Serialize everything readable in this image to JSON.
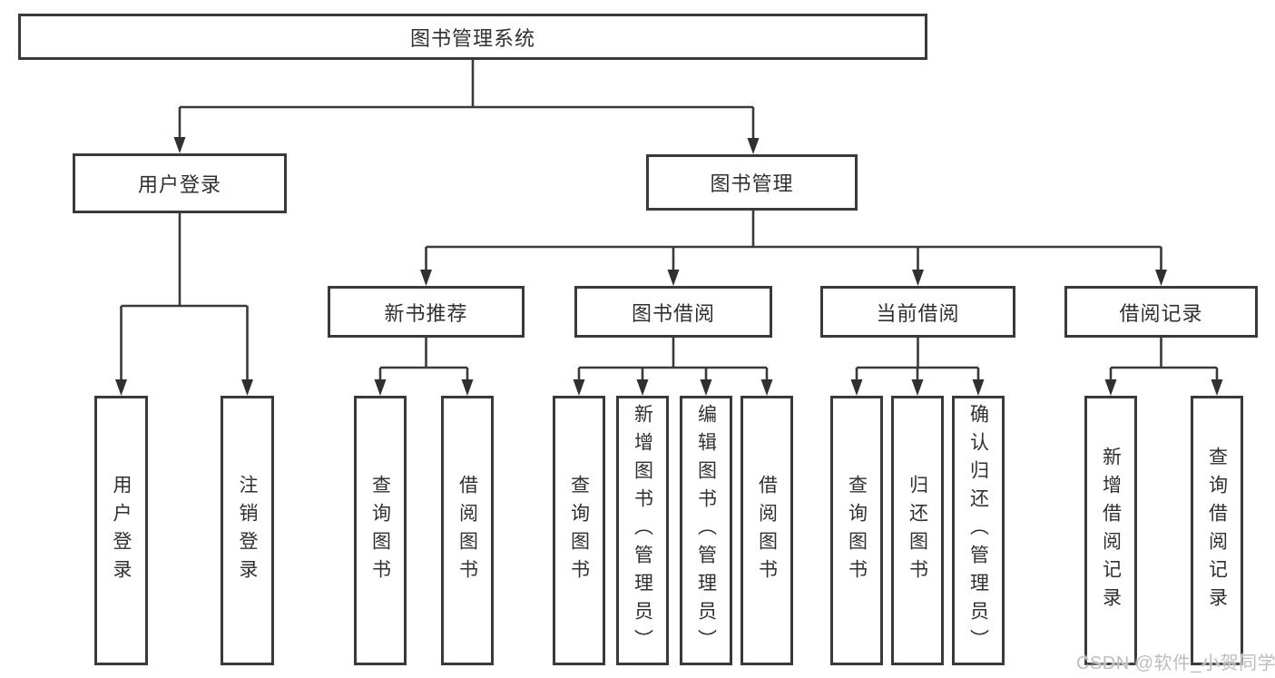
{
  "tree": {
    "root": {
      "label": "图书管理系统"
    },
    "branches": [
      {
        "label": "用户登录",
        "children": [
          {
            "label": "用户登录"
          },
          {
            "label": "注销登录"
          }
        ]
      },
      {
        "label": "图书管理",
        "children": [
          {
            "label": "新书推荐",
            "children": [
              {
                "label": "查询图书"
              },
              {
                "label": "借阅图书"
              }
            ]
          },
          {
            "label": "图书借阅",
            "children": [
              {
                "label": "查询图书"
              },
              {
                "label": "新增图书（管理员）"
              },
              {
                "label": "编辑图书（管理员）"
              },
              {
                "label": "借阅图书"
              }
            ]
          },
          {
            "label": "当前借阅",
            "children": [
              {
                "label": "查询图书"
              },
              {
                "label": "归还图书"
              },
              {
                "label": "确认归还（管理员）"
              }
            ]
          },
          {
            "label": "借阅记录",
            "children": [
              {
                "label": "新增借阅记录"
              },
              {
                "label": "查询借阅记录"
              }
            ]
          }
        ]
      }
    ]
  },
  "watermark": {
    "text": "CSDN @软件_小贺同学"
  },
  "colors": {
    "line": "#3a3a3a",
    "box_border": "#3a3a3a",
    "text": "#303030",
    "background": "#ffffff",
    "watermark": "#bdbdbd"
  }
}
